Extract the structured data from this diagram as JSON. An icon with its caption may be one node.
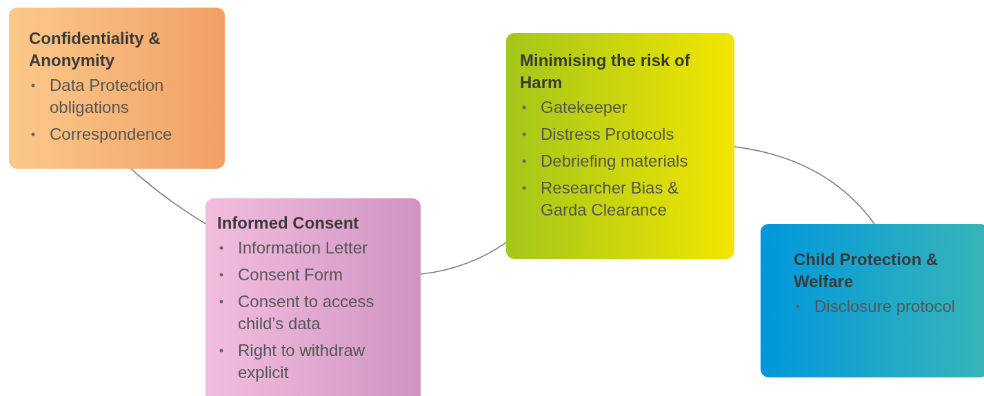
{
  "diagram": {
    "nodes": [
      {
        "text": [
          "Confidentiality & Anonymity",
          "Data Protection obligations",
          "Correspondence"
        ]
      },
      {
        "text": [
          "Informed Consent",
          "Information Letter",
          "Consent Form",
          "Consent to access child’s data",
          "Right to withdraw explicit"
        ]
      },
      {
        "text": [
          "Minimising the risk of Harm",
          "Gatekeeper",
          "Distress Protocols",
          "Debriefing materials",
          "Researcher Bias & Garda Clearance"
        ]
      },
      {
        "text": [
          "Child Protection & Welfare",
          "Disclosure protocol"
        ]
      }
    ],
    "edges": [
      {
        "from": 0,
        "to": 1,
        "arrow": "none"
      },
      {
        "from": 1,
        "to": 2,
        "arrow": "none"
      },
      {
        "from": 2,
        "to": 3,
        "arrow": "none"
      }
    ]
  }
}
